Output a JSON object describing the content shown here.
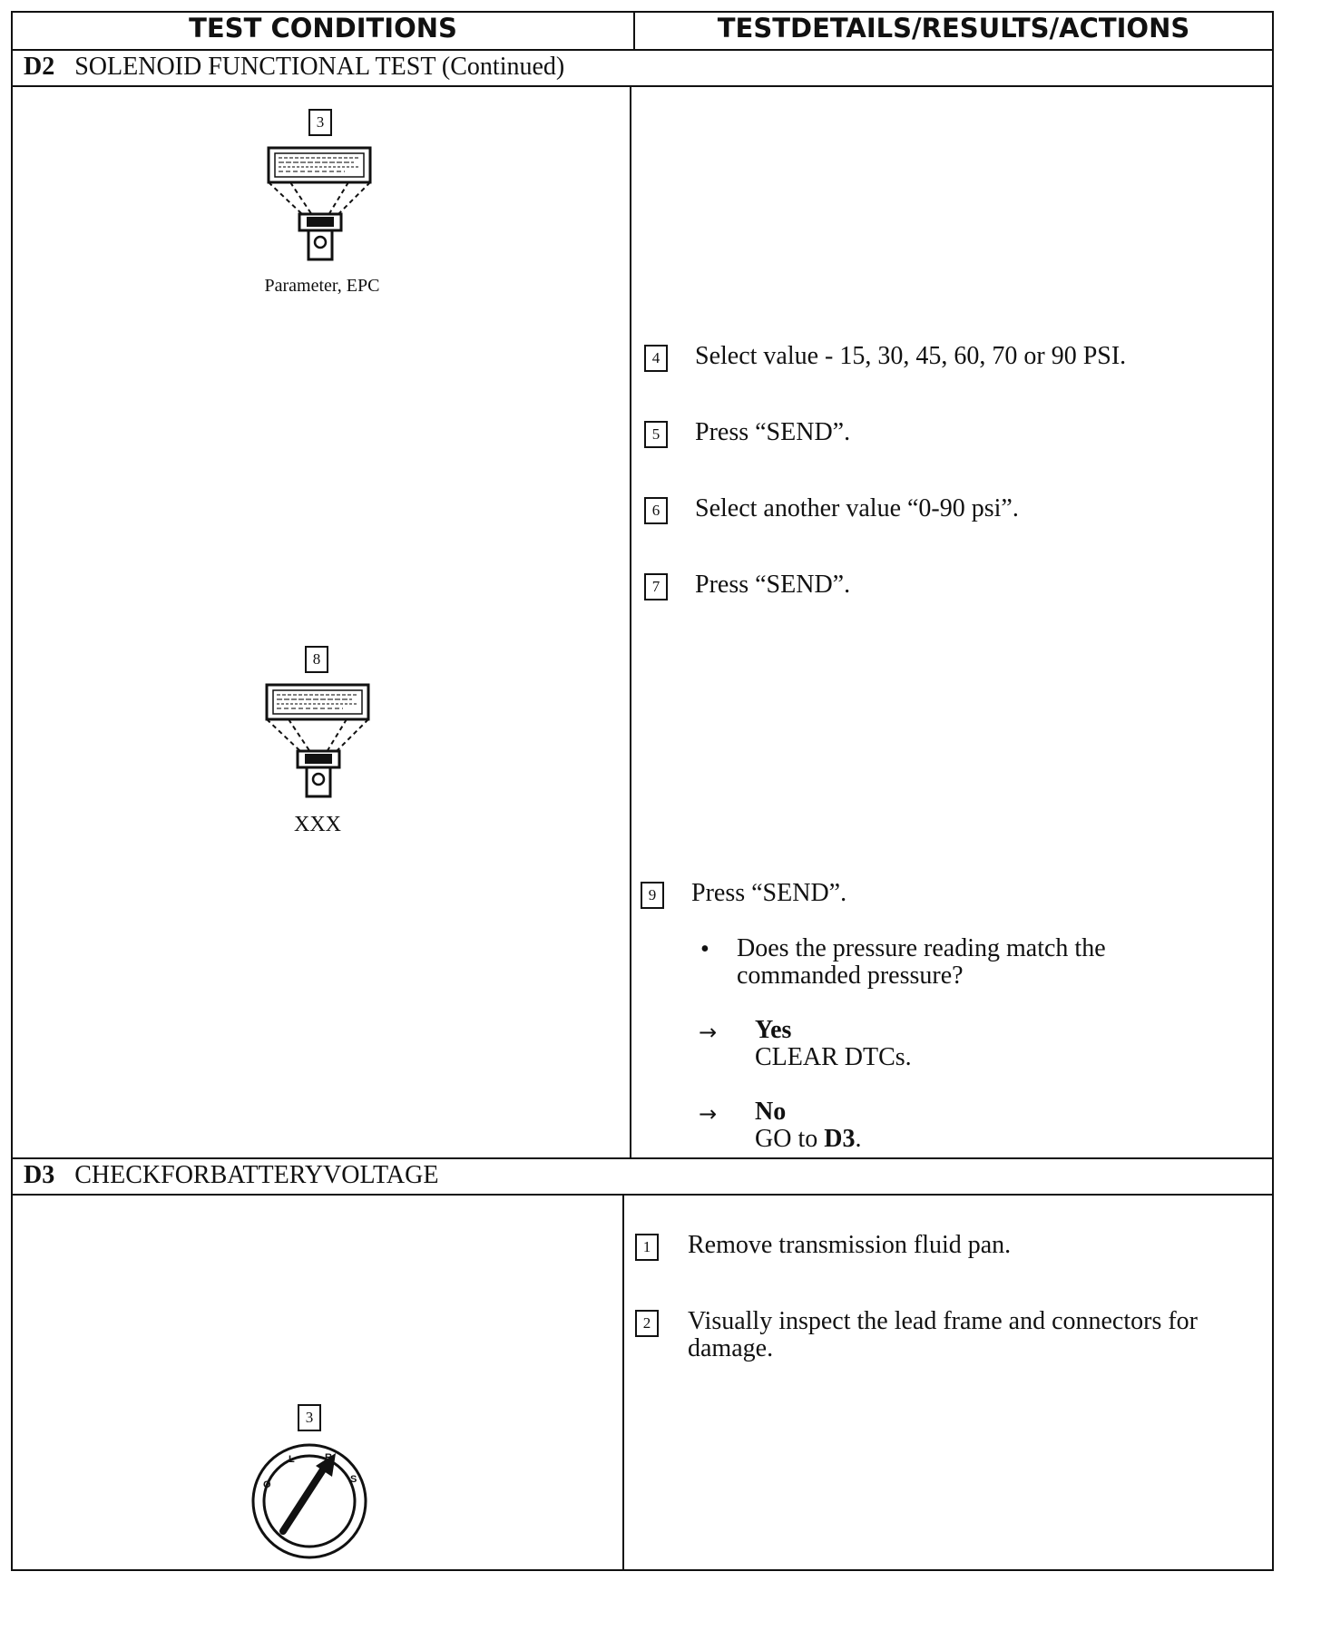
{
  "header": {
    "left": "TEST CONDITIONS",
    "right": "TESTDETAILS/RESULTS/ACTIONS"
  },
  "d2": {
    "id": "D2",
    "title": "SOLENOID FUNCTIONAL TEST (Continued)",
    "left_steps": [
      {
        "num": "3",
        "caption": "Parameter, EPC"
      },
      {
        "num": "8",
        "caption": "XXX"
      }
    ],
    "right_steps": [
      {
        "num": "4",
        "text": "Select value - 15, 30, 45, 60, 70 or 90 PSI."
      },
      {
        "num": "5",
        "text": "Press “SEND”."
      },
      {
        "num": "6",
        "text": "Select another value “0-90 psi”."
      },
      {
        "num": "7",
        "text": "Press “SEND”."
      },
      {
        "num": "9",
        "text": "Press “SEND”."
      }
    ],
    "question_bullet": "•",
    "question_line1": "Does the pressure reading match the",
    "question_line2": "commanded pressure?",
    "arrow_glyph": "→",
    "yes": {
      "label": "Yes",
      "action": "CLEAR DTCs."
    },
    "no": {
      "label": "No",
      "action_prefix": "GO to ",
      "action_target": "D3",
      "action_suffix": "."
    }
  },
  "d3": {
    "id": "D3",
    "title": "CHECKFORBATTERYVOLTAGE",
    "right_steps": [
      {
        "num": "1",
        "text": "Remove transmission fluid pan."
      },
      {
        "num": "2",
        "text_line1": "Visually inspect the lead frame and connectors for",
        "text_line2": "damage."
      }
    ],
    "left_steps": [
      {
        "num": "3"
      }
    ],
    "ignition_positions": [
      "O",
      "L",
      "R",
      "S"
    ]
  }
}
